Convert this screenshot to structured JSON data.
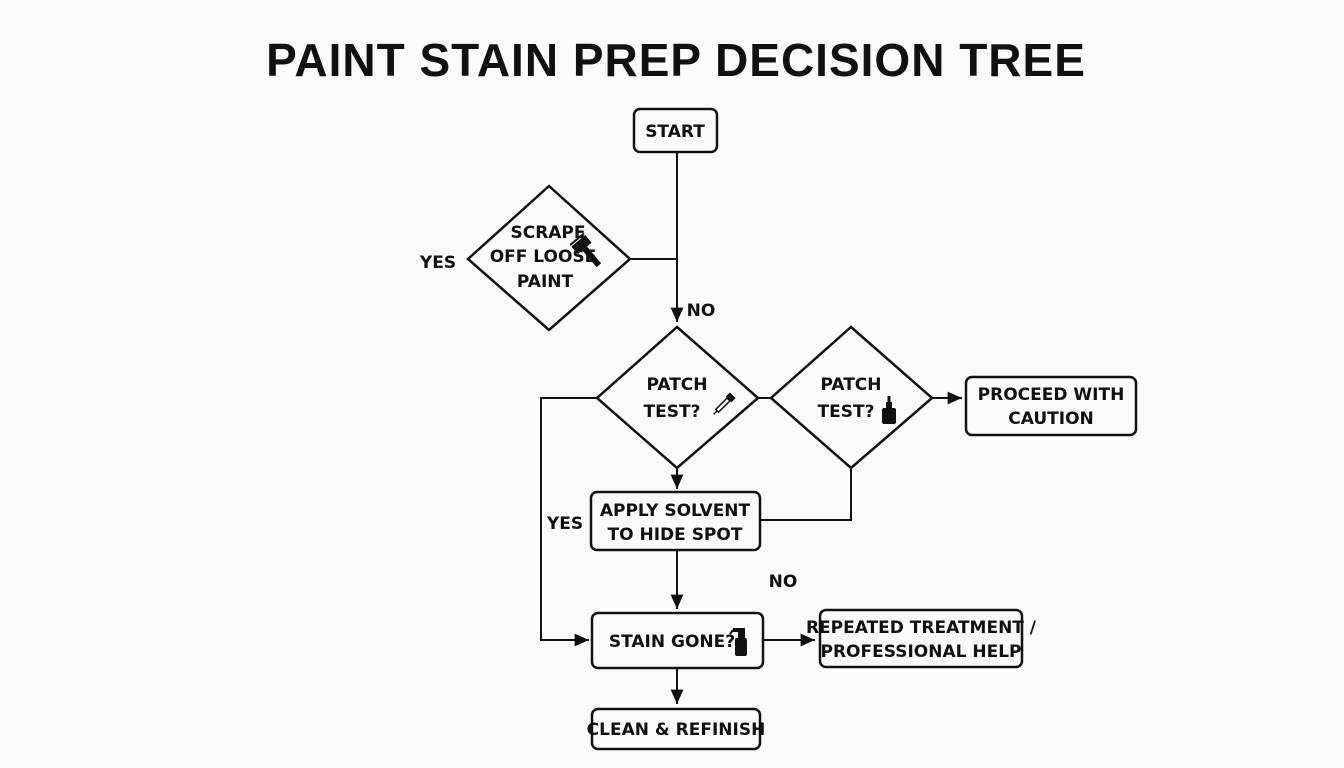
{
  "title": "PAINT STAIN PREP DECISION TREE",
  "nodes": {
    "start": "START",
    "scrape": [
      "SCRAPE",
      "OFF LOOSE",
      "PAINT"
    ],
    "patch_test_1": [
      "PATCH",
      "TEST?"
    ],
    "patch_test_2": [
      "PATCH",
      "TEST?"
    ],
    "proceed": [
      "PROCEED WITH",
      "CAUTION"
    ],
    "apply_solvent": [
      "APPLY SOLVENT",
      "TO HIDE SPOT"
    ],
    "stain_gone": "STAIN GONE?",
    "repeated": [
      "REPEATED TREATMENT /",
      "PROFESSIONAL HELP"
    ],
    "clean": "CLEAN & REFINISH"
  },
  "edge_labels": {
    "yes_scrape": "YES",
    "no_start": "NO",
    "yes_left": "YES",
    "no_stain": "NO"
  },
  "icons": {
    "scrape": "scraper-icon",
    "patch_test_1": "dropper-icon",
    "patch_test_2": "bottle-icon",
    "stain_gone": "spray-bottle-icon"
  }
}
